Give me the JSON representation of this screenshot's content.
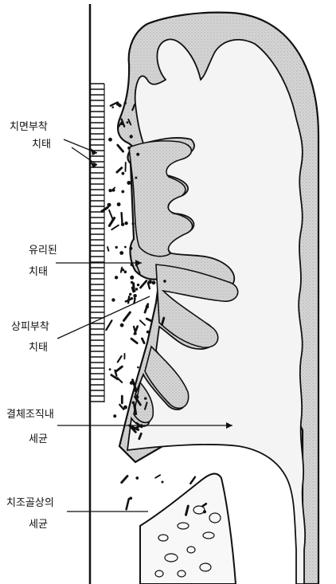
{
  "figure": {
    "labels": {
      "l1a": "치면부착",
      "l1b": "치태",
      "l2a": "유리된",
      "l2b": "치태",
      "l3a": "상피부착",
      "l3b": "치태",
      "l4a": "결체조직내",
      "l4b": "세균",
      "l5a": "치조골상의",
      "l5b": "세균"
    },
    "colors": {
      "ink": "#111111",
      "tissue": "#d2d2d2",
      "background": "#ffffff"
    }
  }
}
